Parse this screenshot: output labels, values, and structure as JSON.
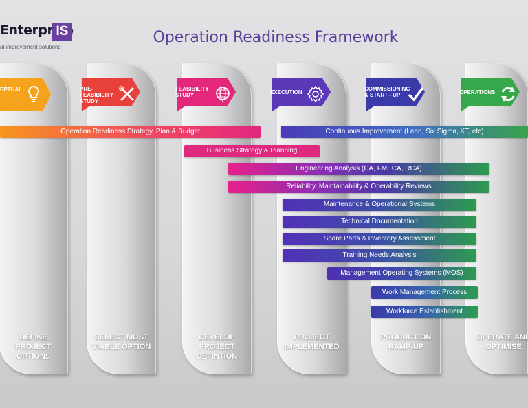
{
  "logo": {
    "main": "Enterprise",
    "box": "IS",
    "sub": "al improvement solutions"
  },
  "title": "Operation Readiness Framework",
  "columns": [
    {
      "label": "DEFINE\nPROJECT\nOPTIONS"
    },
    {
      "label": "SELECT MOST\nVIABLE OPTION"
    },
    {
      "label": "DEVELOP\nPROJECT\nDEFINTION"
    },
    {
      "label": "PROJECT\nIMPLEMENTED"
    },
    {
      "label": "PRODUCTION\nRAMP-UP"
    },
    {
      "label": "OPERATE AND\nOPTIMISE"
    }
  ],
  "stages": [
    {
      "label": "EPTUAL",
      "icon": "lightbulb-icon",
      "color": "#f5a21c"
    },
    {
      "label": "PRE-\nFEASIBILITY\nSTUDY",
      "icon": "tools-icon",
      "color": "#e8413c"
    },
    {
      "label": "FEASIBILITY\nSTUDY",
      "icon": "globe-icon",
      "color": "#e3277a"
    },
    {
      "label": "EXECUTION",
      "icon": "gear-icon",
      "color": "#5a38b8"
    },
    {
      "label": "COMMISSIONING\n& START - UP",
      "icon": "checkmark-icon",
      "color": "#3a3aa8"
    },
    {
      "label": "OPERATIONS",
      "icon": "refresh-icon",
      "color": "#34a84a"
    }
  ],
  "bars": [
    {
      "label": "Operation Readiness Strategy, Plan & Budget"
    },
    {
      "label": "Continuous Improvement (Lean, Six Sigma, KT, etc)"
    },
    {
      "label": "Business Strategy & Planning"
    },
    {
      "label": "Engineering Analysis (CA, FMECA, RCA)"
    },
    {
      "label": "Reliability, Maintainability & Operability Reviews"
    },
    {
      "label": "Maintenance & Operational Systems"
    },
    {
      "label": "Technical Documentation"
    },
    {
      "label": "Spare Parts & Inventory Assessment"
    },
    {
      "label": "Training Needs Analysis"
    },
    {
      "label": "Management Operating Systems (MOS)"
    },
    {
      "label": "Work Management Process"
    },
    {
      "label": "Workforce Establishment"
    }
  ]
}
